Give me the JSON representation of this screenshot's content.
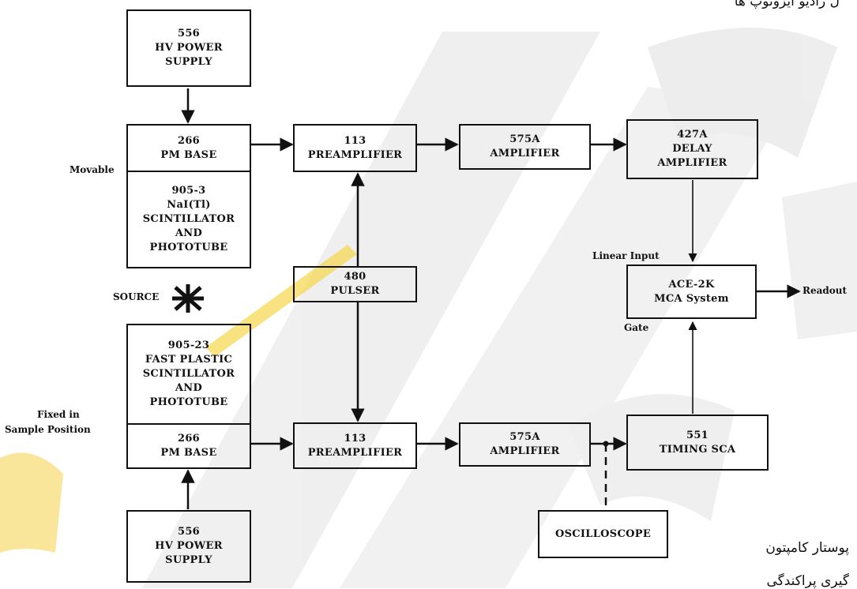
{
  "blocks": {
    "hv_top": [
      "556",
      "HV POWER",
      "SUPPLY"
    ],
    "pm_base_top": [
      "266",
      "PM BASE"
    ],
    "nai_scint": [
      "905-3",
      "NaI(Tl)",
      "SCINTILLATOR",
      "AND",
      "PHOTOTUBE"
    ],
    "preamp_top": [
      "113",
      "PREAMPLIFIER"
    ],
    "amp_top": [
      "575A",
      "AMPLIFIER"
    ],
    "delay_amp": [
      "427A",
      "DELAY",
      "AMPLIFIER"
    ],
    "pulser": [
      "480",
      "PULSER"
    ],
    "mca": [
      "ACE-2K",
      "MCA System"
    ],
    "plastic_scint": [
      "905-23",
      "FAST PLASTIC",
      "SCINTILLATOR",
      "AND",
      "PHOTOTUBE"
    ],
    "pm_base_bottom": [
      "266",
      "PM BASE"
    ],
    "preamp_bottom": [
      "113",
      "PREAMPLIFIER"
    ],
    "amp_bottom": [
      "575A",
      "AMPLIFIER"
    ],
    "timing_sca": [
      "551",
      "TIMING SCA"
    ],
    "oscilloscope": [
      "OSCILLOSCOPE"
    ],
    "hv_bottom": [
      "556",
      "HV POWER",
      "SUPPLY"
    ]
  },
  "labels": {
    "movable": "Movable",
    "source": "SOURCE",
    "fixed_line1": "Fixed in",
    "fixed_line2": "Sample Position",
    "linear_input": "Linear Input",
    "gate": "Gate",
    "readout": "Readout"
  },
  "persian_text": {
    "top_fragment": "ل رادیو ایزوتوپ ها",
    "bottom_line1": "پوستار کامپتون",
    "bottom_line2": "گیری پراکندگی"
  },
  "colors": {
    "line": "#111111",
    "watermark_gray": "#dcdcdc",
    "watermark_yellow": "#f7d54a",
    "watermark_orange": "#f3a24a"
  }
}
